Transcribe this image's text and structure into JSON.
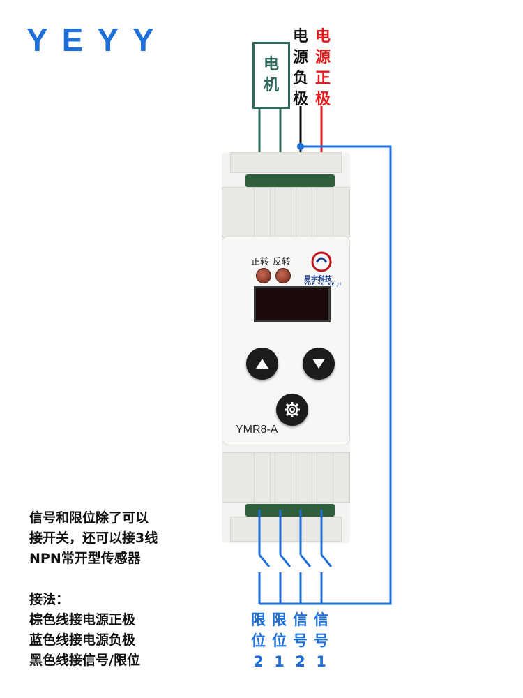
{
  "brand": "YEYY",
  "motor": {
    "label_top": "电",
    "label_bottom": "机"
  },
  "power": {
    "negative": [
      "电",
      "源",
      "负",
      "极"
    ],
    "positive": [
      "电",
      "源",
      "正",
      "极"
    ]
  },
  "device": {
    "led_forward": "正转",
    "led_reverse": "反转",
    "logo_cn": "易宇科技",
    "logo_en": "YUE YU KE JI",
    "model": "YMR8-A"
  },
  "notes": {
    "line1": "信号和限位除了可以",
    "line2": "接开关，还可以接3线",
    "line3": "NPN常开型传感器",
    "heading": "接法：",
    "wiring1": "棕色线接电源正极",
    "wiring2": "蓝色线接电源负极",
    "wiring3": "黑色线接信号/限位"
  },
  "terminals": [
    {
      "top": "限",
      "mid": "位",
      "num": "2"
    },
    {
      "top": "限",
      "mid": "位",
      "num": "1"
    },
    {
      "top": "信",
      "mid": "号",
      "num": "2"
    },
    {
      "top": "信",
      "mid": "号",
      "num": "1"
    }
  ],
  "colors": {
    "blue": "#1f6fd8",
    "red": "#e0191b",
    "green": "#2e6b5c",
    "black": "#111111"
  },
  "icons": [
    "arrow-up-icon",
    "arrow-down-icon",
    "gear-icon"
  ]
}
